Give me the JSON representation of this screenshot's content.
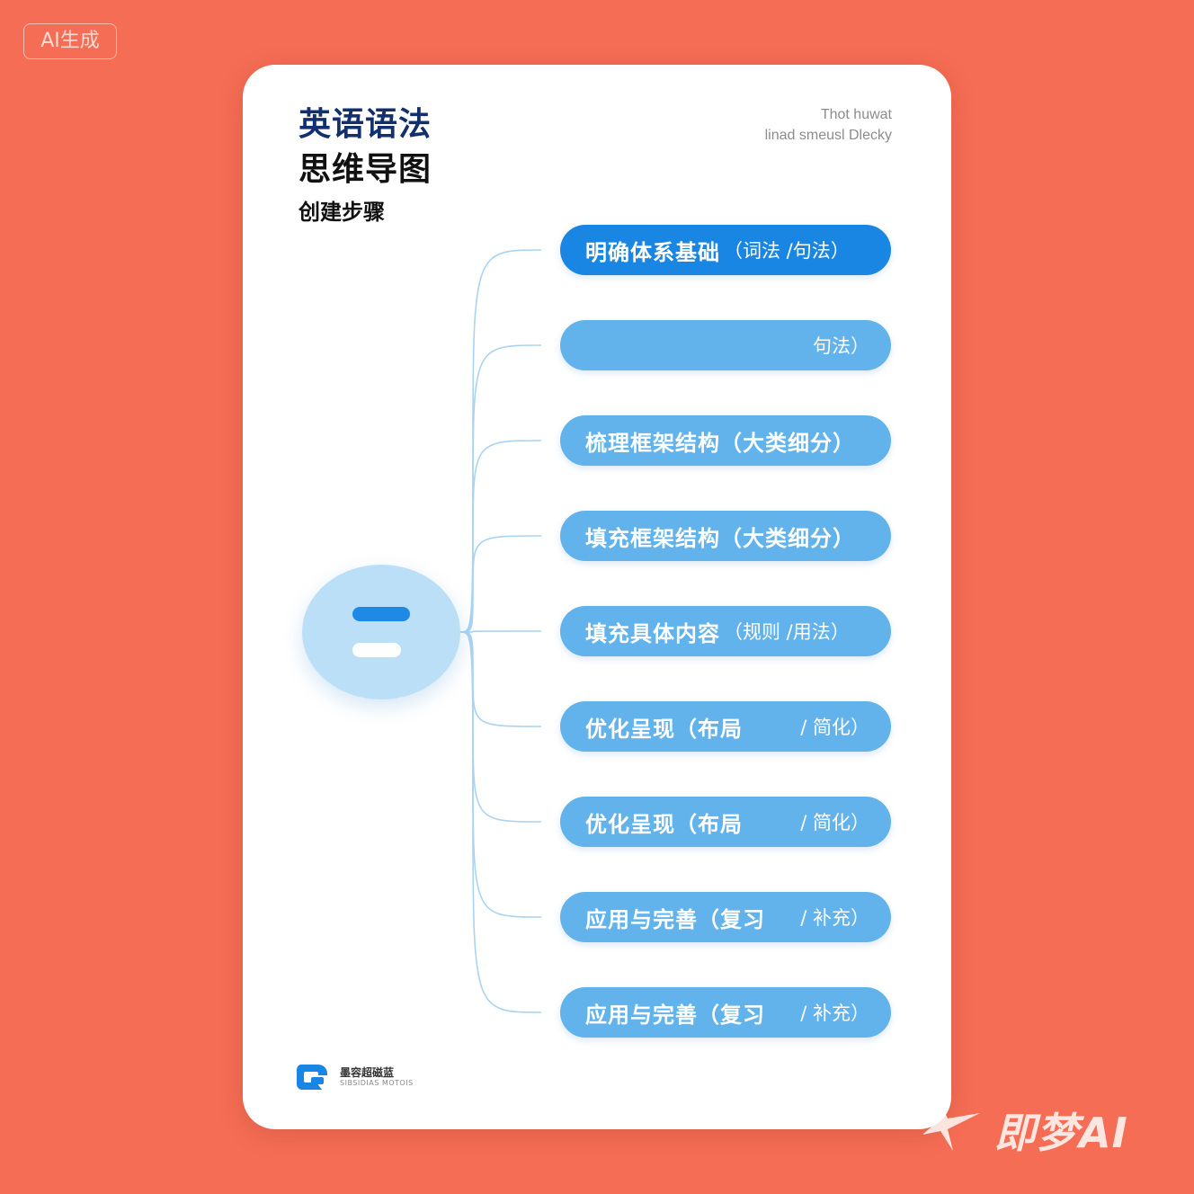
{
  "badge": {
    "label": "AI生成"
  },
  "header": {
    "title_line1": "英语语法",
    "title_line2": "思维导图",
    "subtitle": "创建步骤",
    "corner_line1": "Thot huwat",
    "corner_line2": "linad smeusl Dlecky"
  },
  "nodes": [
    {
      "main": "明确体系基础",
      "paren": "（词法 /句法）",
      "right": "",
      "active": true
    },
    {
      "main": "",
      "paren": "",
      "right": "句法）",
      "active": false
    },
    {
      "main": "梳理框架结构（大类细分）",
      "paren": "",
      "right": "",
      "active": false
    },
    {
      "main": "填充框架结构（大类细分）",
      "paren": "",
      "right": "",
      "active": false
    },
    {
      "main": "填充具体内容",
      "paren": "（规则 /用法）",
      "right": "",
      "active": false
    },
    {
      "main": "优化呈现（布局",
      "paren": "",
      "right": "/    简化）",
      "active": false
    },
    {
      "main": "优化呈现（布局",
      "paren": "",
      "right": "/    简化）",
      "active": false
    },
    {
      "main": "应用与完善（复习",
      "paren": "",
      "right": "/   补充）",
      "active": false
    },
    {
      "main": "应用与完善（复习",
      "paren": "",
      "right": "/   补充）",
      "active": false
    }
  ],
  "footer": {
    "brand": "墨容超磁蓝",
    "tagline": "SIBSIDIAS MOTOIS"
  },
  "watermark": {
    "text": "即梦AI"
  },
  "colors": {
    "background": "#f56d54",
    "card": "#ffffff",
    "node": "#62b3ec",
    "node_active": "#1a86e4",
    "hub": "#bcdff8",
    "connector": "#a9d3f3"
  }
}
